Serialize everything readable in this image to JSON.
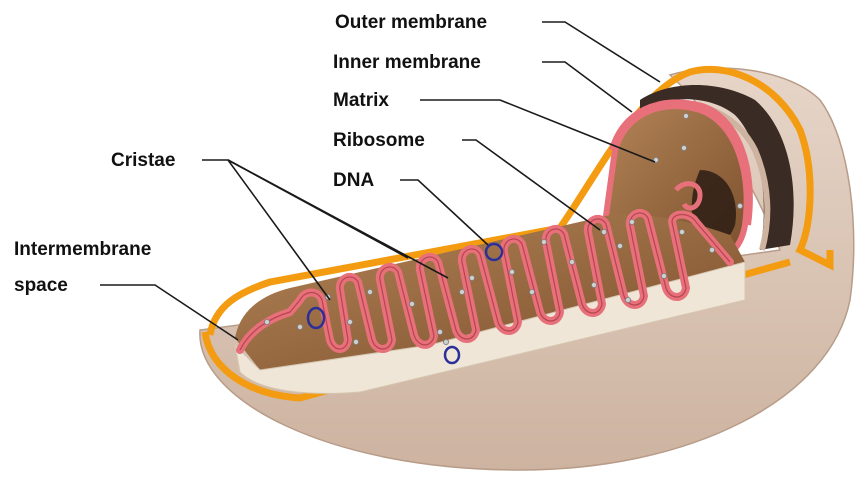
{
  "labels": {
    "outer_membrane": "Outer membrane",
    "inner_membrane": "Inner membrane",
    "matrix": "Matrix",
    "ribosome": "Ribosome",
    "dna": "DNA",
    "cristae": "Cristae",
    "intermembrane_line1": "Intermembrane",
    "intermembrane_line2": "space"
  },
  "colors": {
    "outer_shell": "#d9c3b3",
    "outer_membrane": "#f39c12",
    "inner_membrane": "#e8707a",
    "matrix": "#9b6a3e",
    "cross_section": "#efe6d8",
    "dna": "#2b2f9a",
    "ribosome": "#c8c8c8"
  }
}
